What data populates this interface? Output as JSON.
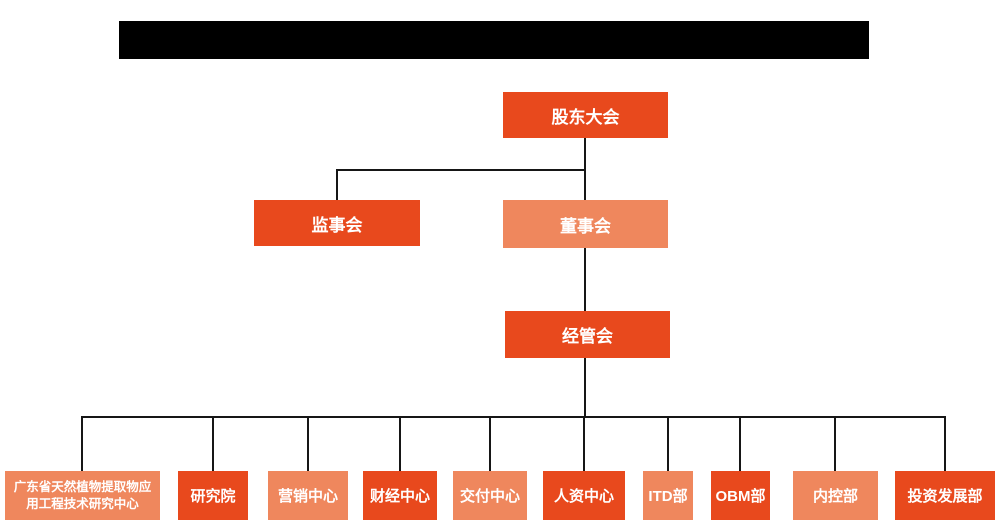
{
  "palette": {
    "deep_orange": "#e8491d",
    "light_orange": "#ef875d",
    "connector_black": "#161616",
    "label_white": "#ffffff",
    "redacted_bar_black": "#000000"
  },
  "org_chart": {
    "type": "org-tree",
    "root": {
      "label": "股东大会",
      "tone": "deep"
    },
    "level2": [
      {
        "label": "监事会",
        "tone": "deep",
        "parent": "股东大会"
      },
      {
        "label": "董事会",
        "tone": "light",
        "parent": "股东大会"
      }
    ],
    "level3": [
      {
        "label": "经管会",
        "tone": "deep",
        "parent": "董事会"
      }
    ],
    "departments": [
      {
        "label": "广东省天然植物提取物应用工程技术研究中心",
        "tone": "light",
        "parent": "经管会"
      },
      {
        "label": "研究院",
        "tone": "deep",
        "parent": "经管会"
      },
      {
        "label": "营销中心",
        "tone": "light",
        "parent": "经管会"
      },
      {
        "label": "财经中心",
        "tone": "deep",
        "parent": "经管会"
      },
      {
        "label": "交付中心",
        "tone": "light",
        "parent": "经管会"
      },
      {
        "label": "人资中心",
        "tone": "deep",
        "parent": "经管会"
      },
      {
        "label": "ITD部",
        "tone": "light",
        "parent": "经管会"
      },
      {
        "label": "OBM部",
        "tone": "deep",
        "parent": "经管会"
      },
      {
        "label": "内控部",
        "tone": "light",
        "parent": "经管会"
      },
      {
        "label": "投资发展部",
        "tone": "deep",
        "parent": "经管会"
      }
    ]
  }
}
